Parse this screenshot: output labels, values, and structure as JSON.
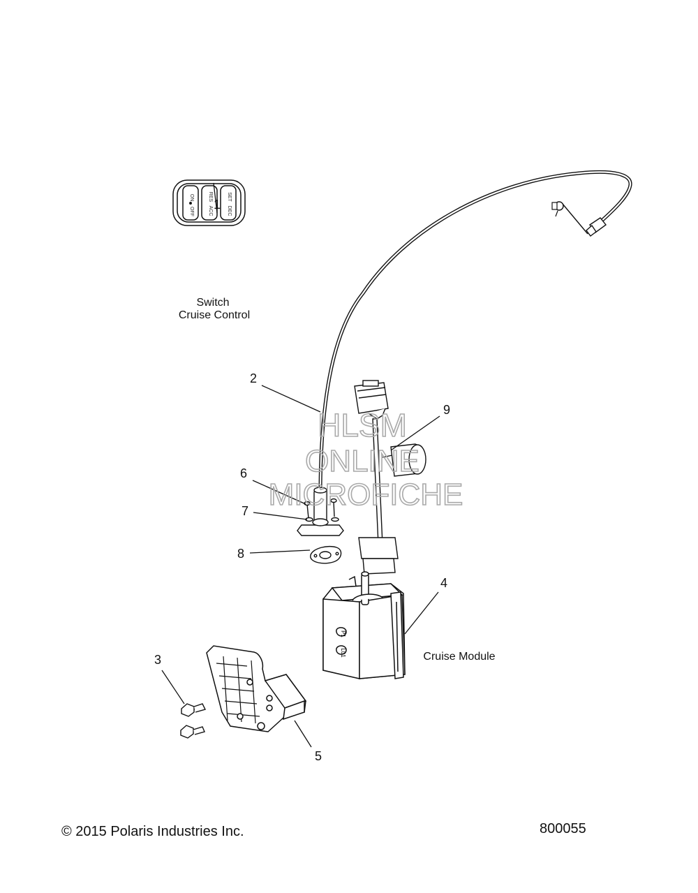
{
  "callouts": [
    "1",
    "2",
    "3",
    "4",
    "5",
    "6",
    "7",
    "8",
    "9"
  ],
  "labels": {
    "switch_line1": "Switch",
    "switch_line2": "Cruise Control",
    "cruise_module": "Cruise Module"
  },
  "switch_buttons": {
    "left_top": "ON",
    "left_bottom": "OFF",
    "mid_top": "RES",
    "mid_bottom": "ACC",
    "right_top": "SET",
    "right_bottom": "DEC"
  },
  "module_marks": [
    "P1",
    "L01"
  ],
  "watermark": {
    "line1": "HLSM",
    "line2": "ONLINE",
    "line3": "MICROFICHE",
    "color": "#a9a9a9"
  },
  "footer": {
    "copyright": "© 2015 Polaris Industries Inc.",
    "drawing_number": "800055"
  }
}
